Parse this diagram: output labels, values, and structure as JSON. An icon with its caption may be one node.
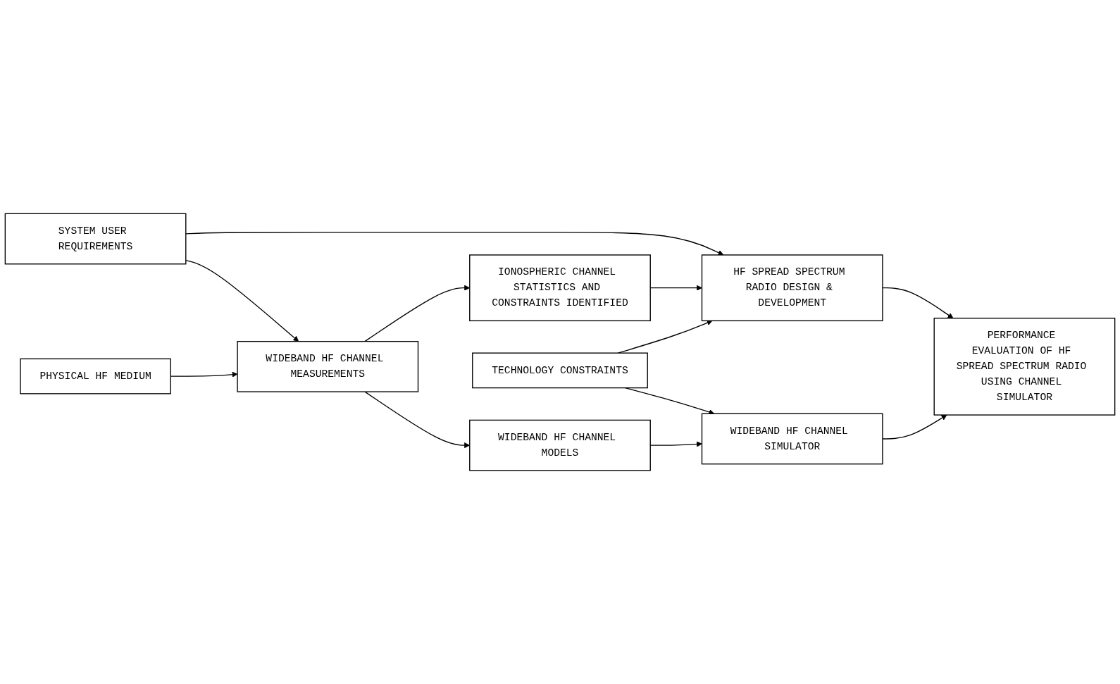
{
  "diagram": {
    "nodes": [
      {
        "text": [
          "SYSTEM USER REQUIREMENTS"
        ]
      },
      {
        "text": [
          "WIDEBAND HF CHANNEL MEASUREMENTS"
        ]
      },
      {
        "text": [
          "PHYSICAL HF MEDIUM"
        ]
      },
      {
        "text": [
          "IONOSPHERIC CHANNEL STATISTICS AND CONSTRAINTS IDENTIFIED"
        ]
      },
      {
        "text": [
          "WIDEBAND HF CHANNEL MODELS"
        ]
      },
      {
        "text": [
          "HF SPREAD SPECTRUM RADIO DESIGN & DEVELOPMENT"
        ]
      },
      {
        "text": [
          "TECHNOLOGY CONSTRAINTS"
        ]
      },
      {
        "text": [
          "WIDEBAND HF CHANNEL SIMULATOR"
        ]
      },
      {
        "text": [
          "PERFORMANCE EVALUATION OF HF SPREAD SPECTRUM RADIO USING CHANNEL SIMULATOR"
        ]
      }
    ],
    "edges": [
      {
        "from": 0,
        "to": 5,
        "arrow": "to"
      },
      {
        "from": 0,
        "to": 1,
        "arrow": "to"
      },
      {
        "from": 2,
        "to": 1,
        "arrow": "to"
      },
      {
        "from": 1,
        "to": 3,
        "arrow": "to"
      },
      {
        "from": 1,
        "to": 4,
        "arrow": "to"
      },
      {
        "from": 3,
        "to": 5,
        "arrow": "to"
      },
      {
        "from": 6,
        "to": 5,
        "arrow": "to"
      },
      {
        "from": 6,
        "to": 7,
        "arrow": "to"
      },
      {
        "from": 4,
        "to": 7,
        "arrow": "to"
      },
      {
        "from": 5,
        "to": 8,
        "arrow": "to"
      },
      {
        "from": 7,
        "to": 8,
        "arrow": "to"
      }
    ]
  }
}
